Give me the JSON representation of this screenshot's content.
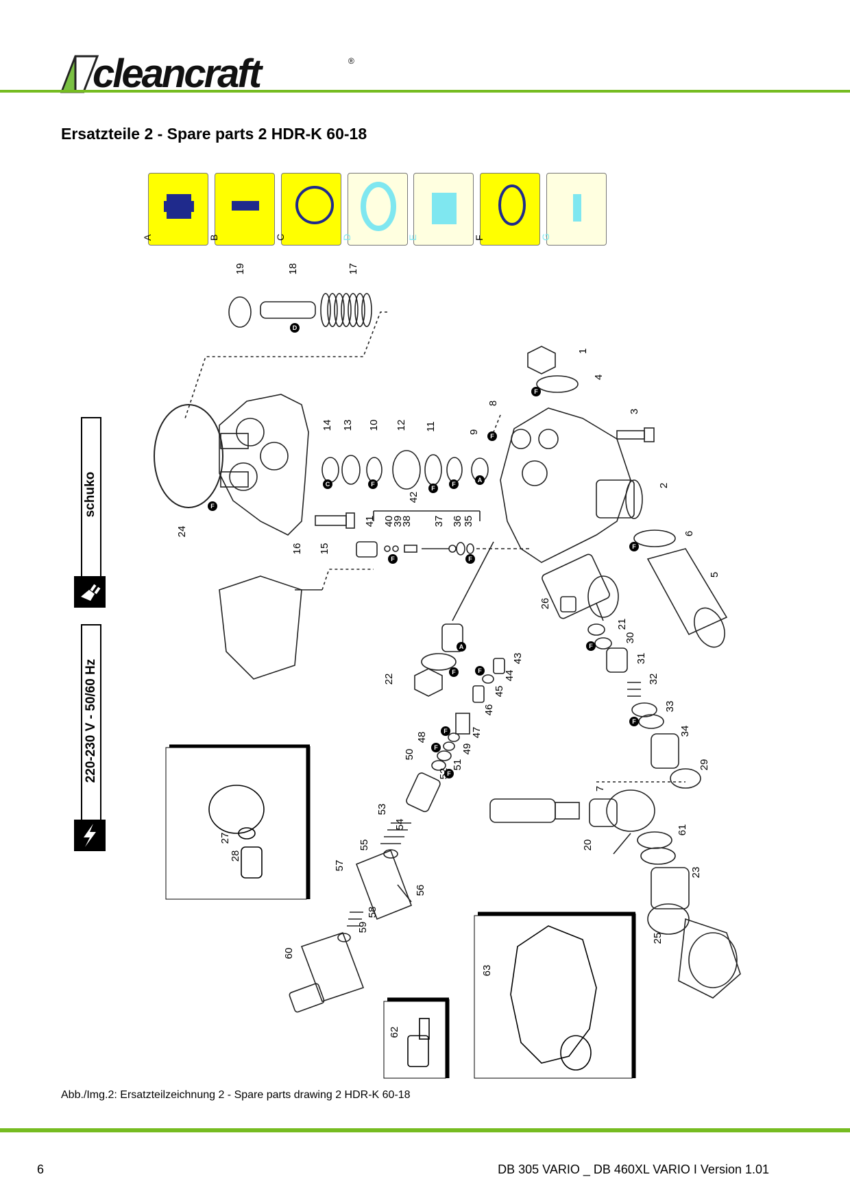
{
  "header": {
    "logo_text": "cleancraft"
  },
  "title": "Ersatzteile 2 - Spare parts 2 HDR-K 60-18",
  "legend": [
    {
      "letter": "A",
      "bg": "#ffff00"
    },
    {
      "letter": "B",
      "bg": "#ffff00"
    },
    {
      "letter": "C",
      "bg": "#ffff00"
    },
    {
      "letter": "D",
      "bg": "#ffffe0"
    },
    {
      "letter": "E",
      "bg": "#ffffe0"
    },
    {
      "letter": "F",
      "bg": "#ffff00"
    },
    {
      "letter": "G",
      "bg": "#ffffe0"
    }
  ],
  "side_labels": {
    "plug": "schuko",
    "voltage": "220-230 V - 50/60 Hz"
  },
  "part_numbers": [
    "1",
    "2",
    "3",
    "4",
    "5",
    "6",
    "7",
    "8",
    "9",
    "10",
    "11",
    "12",
    "13",
    "14",
    "15",
    "16",
    "17",
    "18",
    "19",
    "20",
    "21",
    "22",
    "23",
    "24",
    "25",
    "26",
    "27",
    "28",
    "29",
    "30",
    "31",
    "32",
    "33",
    "34",
    "35",
    "36",
    "37",
    "38",
    "39",
    "40",
    "41",
    "42",
    "43",
    "44",
    "45",
    "46",
    "47",
    "48",
    "49",
    "50",
    "51",
    "52",
    "53",
    "54",
    "55",
    "56",
    "57",
    "58",
    "59",
    "60",
    "61",
    "62",
    "63"
  ],
  "caption": "Abb./Img.2:  Ersatzteilzeichnung 2  - Spare parts drawing 2 HDR-K 60-18",
  "footer": {
    "page": "6",
    "doc": "DB 305 VARIO _ DB 460XL VARIO I Version 1.01"
  },
  "colors": {
    "accent_green": "#76bc21",
    "legend_yellow": "#ffff00",
    "part_blue": "#1f2a8c",
    "part_cyan": "#7fe7f0"
  }
}
